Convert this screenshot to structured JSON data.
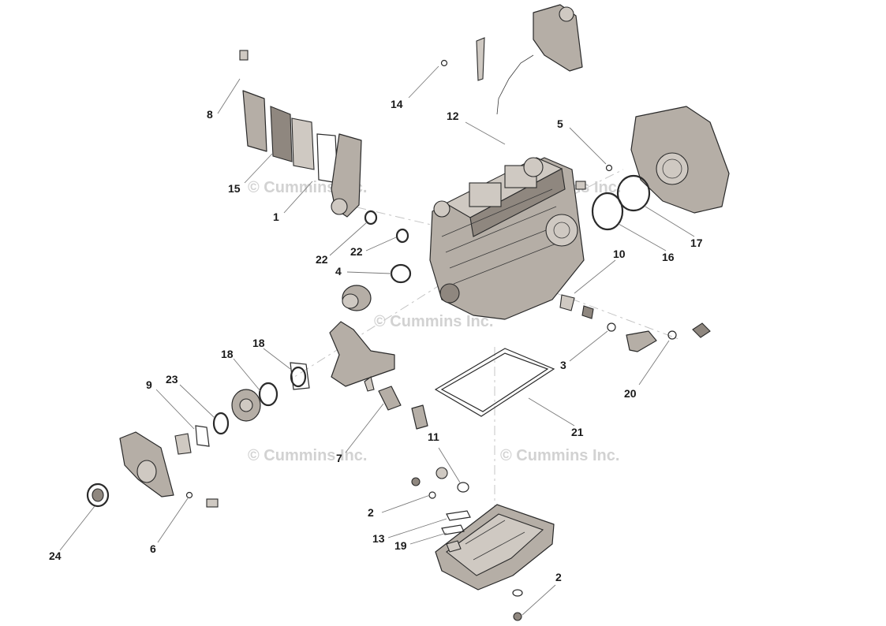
{
  "watermark": "© Cummins Inc.",
  "callouts": {
    "c1": "1",
    "c2a": "2",
    "c2b": "2",
    "c3": "3",
    "c4": "4",
    "c5": "5",
    "c6": "6",
    "c7": "7",
    "c8": "8",
    "c9": "9",
    "c10": "10",
    "c11": "11",
    "c12": "12",
    "c13": "13",
    "c14": "14",
    "c15": "15",
    "c16": "16",
    "c17": "17",
    "c18a": "18",
    "c18b": "18",
    "c19": "19",
    "c20": "20",
    "c21": "21",
    "c22a": "22",
    "c22b": "22",
    "c23": "23",
    "c24": "24"
  },
  "colors": {
    "part_fill": "#b5aea6",
    "outline": "#2a2a2a",
    "watermark": "#d2d2d2",
    "text": "#1a1a1a"
  }
}
